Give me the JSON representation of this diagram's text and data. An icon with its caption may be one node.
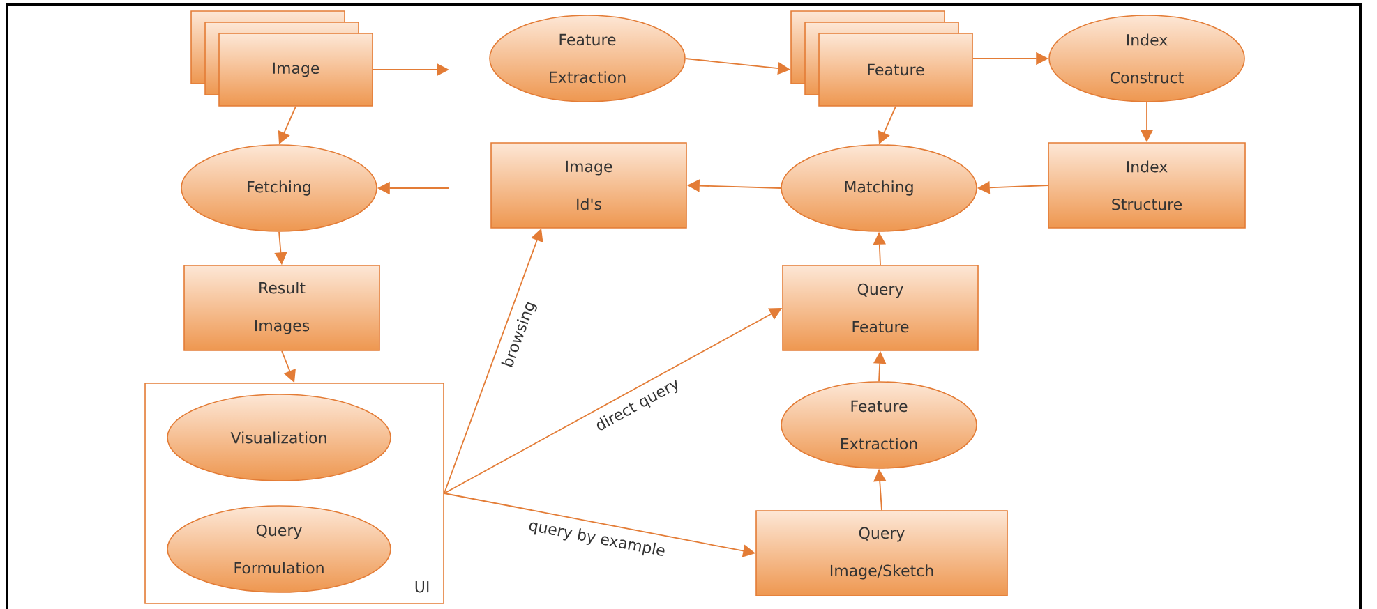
{
  "diagram": {
    "nodes": [
      {
        "text": [
          "Image"
        ]
      },
      {
        "text": [
          "Feature Extraction"
        ]
      },
      {
        "text": [
          "Feature"
        ]
      },
      {
        "text": [
          "Index Construct"
        ]
      },
      {
        "text": [
          "Fetching"
        ]
      },
      {
        "text": [
          "Image Id's"
        ]
      },
      {
        "text": [
          "Matching"
        ]
      },
      {
        "text": [
          "Index Structure"
        ]
      },
      {
        "text": [
          "Result Images"
        ]
      },
      {
        "text": [
          "Query Feature"
        ]
      },
      {
        "text": [
          "UI"
        ]
      },
      {
        "text": [
          "Visualization"
        ],
        "in": 10
      },
      {
        "text": [
          "Query Formulation"
        ],
        "in": 10
      },
      {
        "text": [
          "Feature Extraction"
        ]
      },
      {
        "text": [
          "Query Image/Sketch"
        ]
      }
    ],
    "edges": [
      {
        "from": 0,
        "to": null,
        "arrow": "to"
      },
      {
        "from": 1,
        "to": 2,
        "arrow": "to"
      },
      {
        "from": 2,
        "to": 3,
        "arrow": "to"
      },
      {
        "from": 0,
        "to": 4,
        "arrow": "to"
      },
      {
        "from": 2,
        "to": 6,
        "arrow": "to"
      },
      {
        "from": 3,
        "to": 7,
        "arrow": "to"
      },
      {
        "from": null,
        "to": 4,
        "arrow": "to"
      },
      {
        "from": 6,
        "to": 5,
        "arrow": "to"
      },
      {
        "from": 7,
        "to": 6,
        "arrow": "to"
      },
      {
        "from": 4,
        "to": 8,
        "arrow": "to"
      },
      {
        "from": 8,
        "to": 10,
        "arrow": "to"
      },
      {
        "from": 9,
        "to": 6,
        "arrow": "to"
      },
      {
        "from": 10,
        "to": 5,
        "arrow": "to",
        "label": "browsing"
      },
      {
        "from": 10,
        "to": 9,
        "arrow": "to",
        "label": "direct query"
      },
      {
        "from": 10,
        "to": 14,
        "arrow": "to",
        "label": "query by example"
      },
      {
        "from": 13,
        "to": 9,
        "arrow": "to"
      },
      {
        "from": 14,
        "to": 13,
        "arrow": "to"
      }
    ]
  }
}
